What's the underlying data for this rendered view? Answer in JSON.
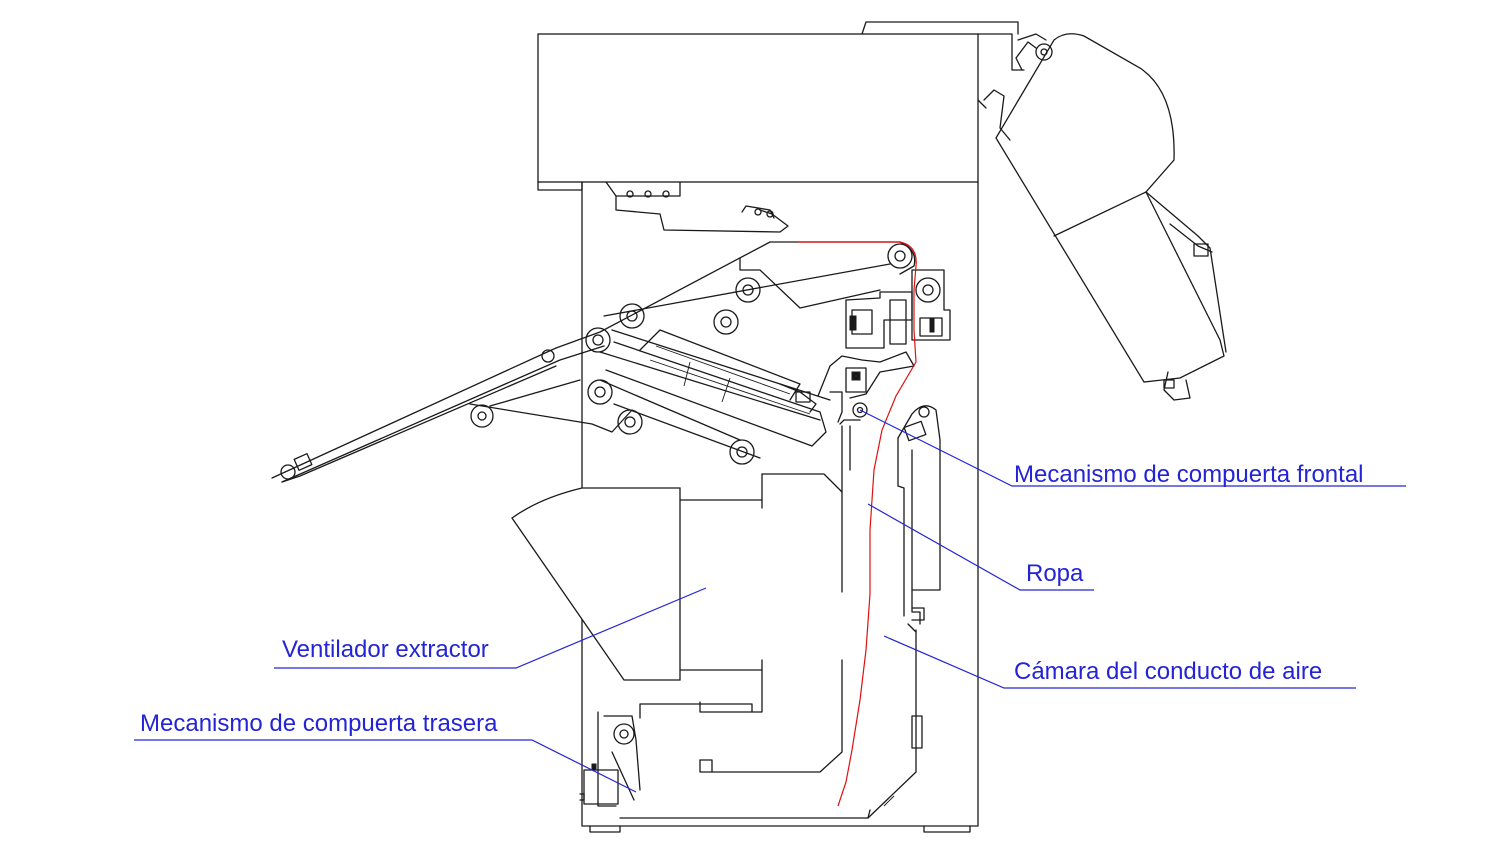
{
  "colors": {
    "label": "#2424d6",
    "clothes_path": "#e01010",
    "outline": "#1a1a1a"
  },
  "labels": {
    "front_gate": "Mecanismo de compuerta frontal",
    "clothes": "Ropa",
    "exhaust_fan": "Ventilador extractor",
    "air_duct": "Cámara del conducto de aire",
    "rear_gate": "Mecanismo de compuerta trasera"
  }
}
